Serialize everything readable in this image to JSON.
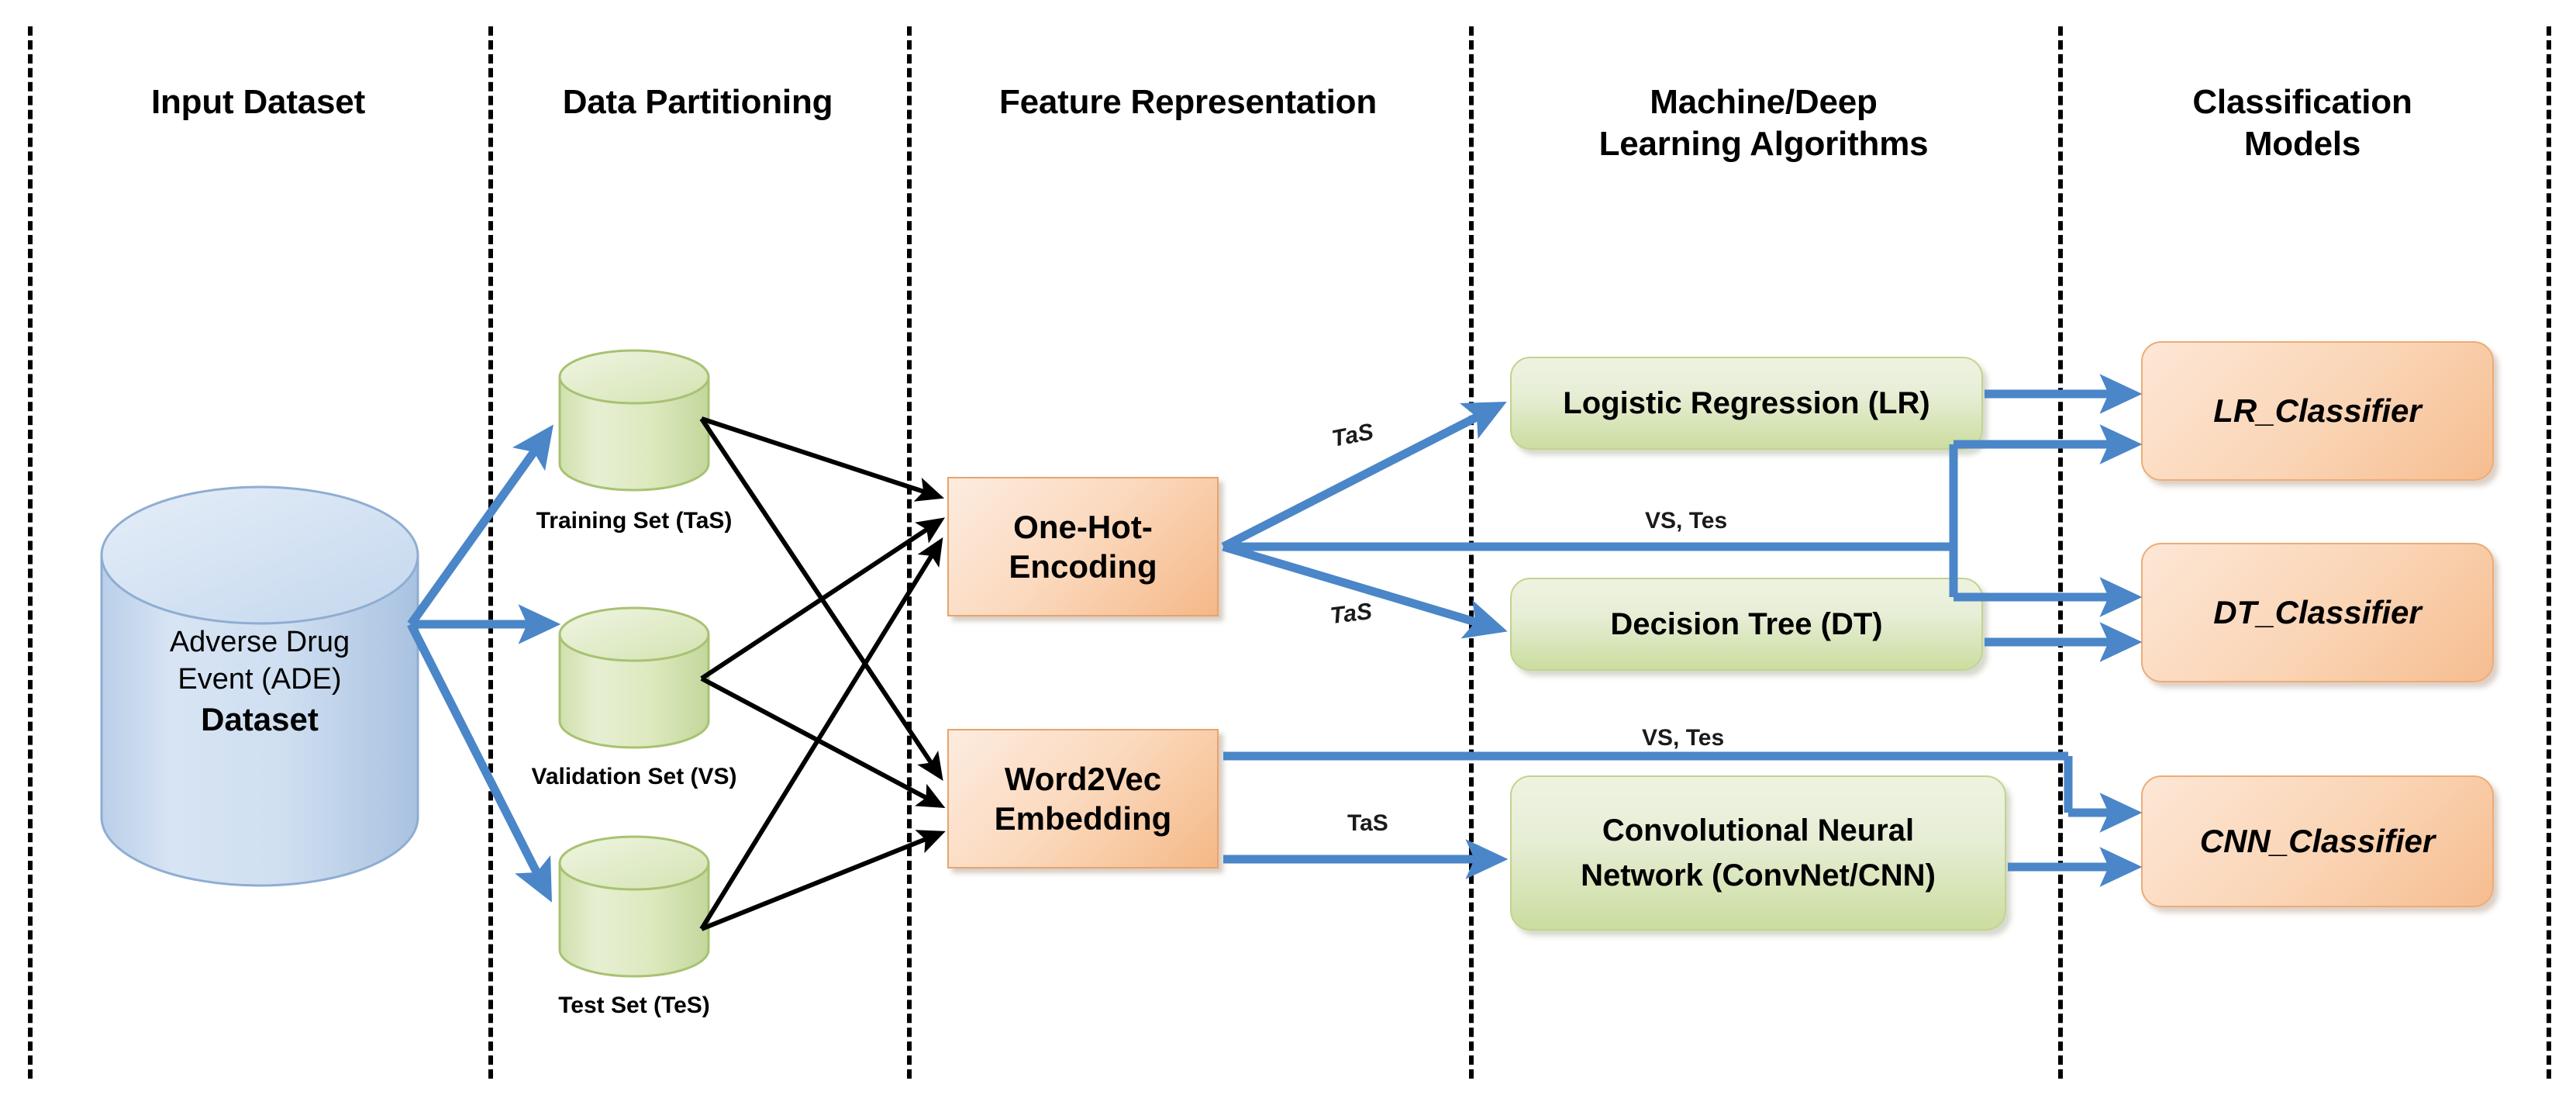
{
  "diagram": {
    "title_present": false,
    "colors": {
      "blue_arrow": "#4a86c8",
      "black_arrow": "#000000",
      "cylinder_blue": "#bcd2ea",
      "cylinder_green": "#d9e8b8",
      "box_orange": "#f8cfa8",
      "box_green": "#dbe8b8",
      "divider": "#000000"
    },
    "stages": [
      {
        "id": "input-dataset",
        "label": "Input Dataset"
      },
      {
        "id": "data-partitioning",
        "label": "Data Partitioning"
      },
      {
        "id": "feature-representation",
        "label": "Feature Representation"
      },
      {
        "id": "ml-dl-algorithms",
        "label_line1": "Machine/Deep",
        "label_line2": "Learning Algorithms"
      },
      {
        "id": "classification-models",
        "label_line1": "Classification",
        "label_line2": "Models"
      }
    ],
    "input_dataset": {
      "line1": "Adverse Drug",
      "line2": "Event (ADE)",
      "line3": "Dataset"
    },
    "partitions": [
      {
        "id": "training-set",
        "label": "Training Set (TaS)"
      },
      {
        "id": "validation-set",
        "label": "Validation Set  (VS)"
      },
      {
        "id": "test-set",
        "label": "Test Set (TeS)"
      }
    ],
    "feature_boxes": [
      {
        "id": "one-hot-encoding",
        "line1": "One-Hot-",
        "line2": "Encoding"
      },
      {
        "id": "word2vec",
        "line1": "Word2Vec",
        "line2": "Embedding"
      }
    ],
    "algorithms": [
      {
        "id": "logistic-regression",
        "label": "Logistic Regression (LR)"
      },
      {
        "id": "decision-tree",
        "label": "Decision Tree (DT)"
      },
      {
        "id": "cnn",
        "line1": "Convolutional Neural",
        "line2": "Network (ConvNet/CNN)"
      }
    ],
    "classifiers": [
      {
        "id": "lr-classifier",
        "label": "LR_Classifier"
      },
      {
        "id": "dt-classifier",
        "label": "DT_Classifier"
      },
      {
        "id": "cnn-classifier",
        "label": "CNN_Classifier"
      }
    ],
    "edge_labels": [
      {
        "id": "onehot-to-lr",
        "text": "TaS"
      },
      {
        "id": "onehot-to-dt",
        "text": "TaS"
      },
      {
        "id": "onehot-to-clf",
        "text": "VS, Tes"
      },
      {
        "id": "word2vec-to-clf",
        "text": "VS, Tes"
      },
      {
        "id": "word2vec-to-cnn",
        "text": "TaS"
      }
    ]
  }
}
